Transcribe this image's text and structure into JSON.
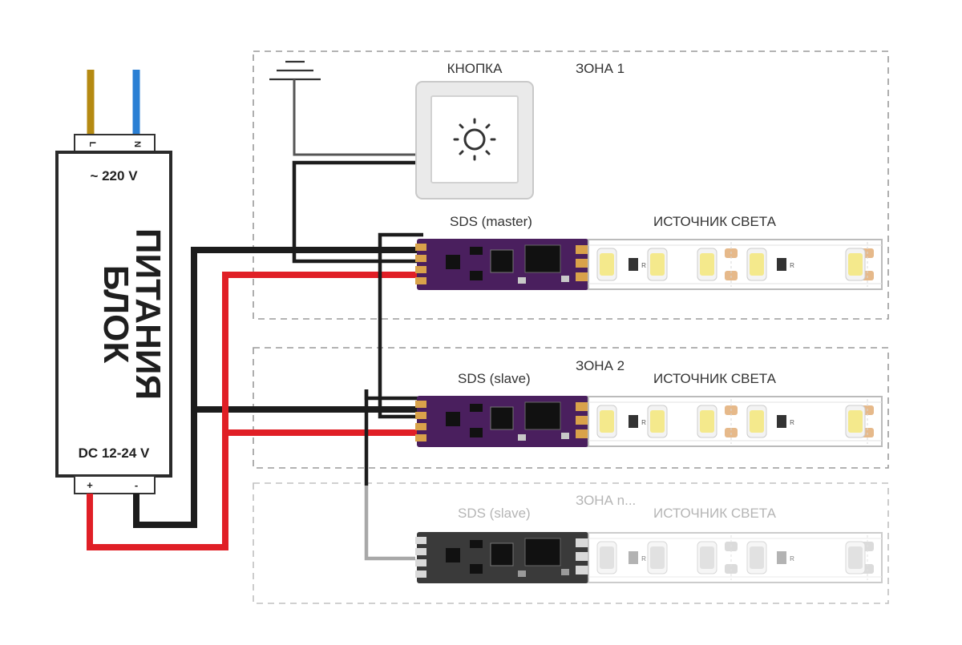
{
  "psu": {
    "title_line1": "БЛОК",
    "title_line2": "ПИТАНИЯ",
    "ac_voltage": "~ 220 V",
    "dc_voltage": "DC 12-24 V",
    "term_l": "L",
    "term_n": "N",
    "term_plus": "+",
    "term_minus": "-"
  },
  "button": {
    "label": "КНОПКА",
    "icon": "sun-brightness-icon"
  },
  "zones": [
    {
      "label": "ЗОНА 1",
      "controller_label": "SDS (master)",
      "light_label": "ИСТОЧНИК СВЕТА"
    },
    {
      "label": "ЗОНА 2",
      "controller_label": "SDS (slave)",
      "light_label": "ИСТОЧНИК СВЕТА"
    },
    {
      "label": "ЗОНА n...",
      "controller_label": "SDS (slave)",
      "light_label": "ИСТОЧНИК СВЕТА"
    }
  ],
  "strip_resistor_mark": "R",
  "colors": {
    "wire_positive": "#e01f26",
    "wire_negative": "#1c1c1c",
    "wire_l": "#b58a12",
    "wire_n": "#2a7fd4",
    "wire_faded": "#a8a8a8",
    "pcb_active": "#4a1f5e",
    "pcb_inactive": "#3a3a3a",
    "led_on": "#f4e98c",
    "led_off": "#d8d8d8"
  }
}
